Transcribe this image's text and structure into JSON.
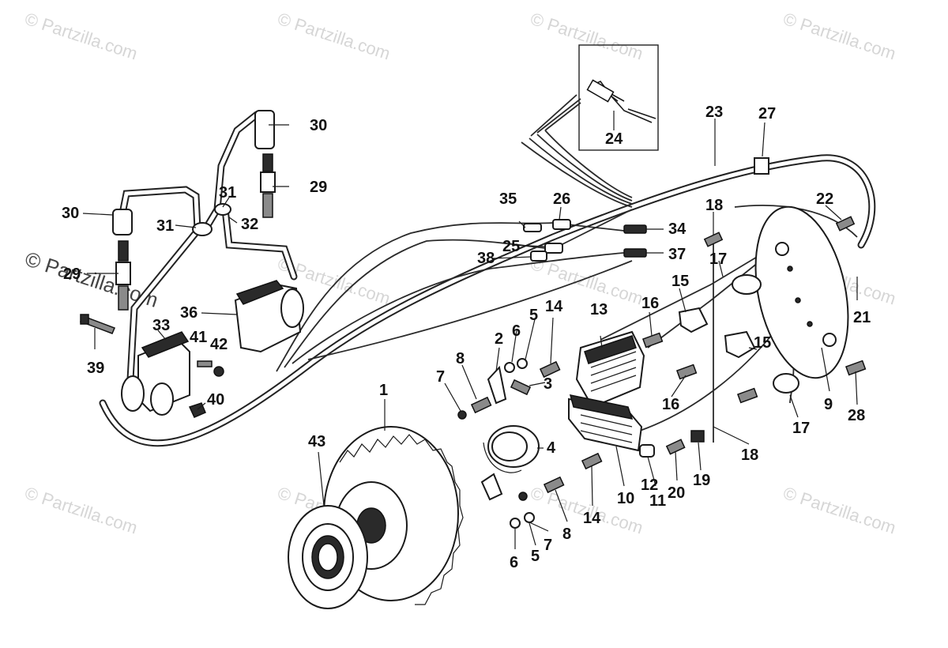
{
  "watermarks": {
    "tile_text": "© Partzilla.com",
    "main_text": "© Partzilla.com"
  },
  "callouts": [
    {
      "id": "c1",
      "text": "1"
    },
    {
      "id": "c2",
      "text": "2"
    },
    {
      "id": "c3",
      "text": "3"
    },
    {
      "id": "c4",
      "text": "4"
    },
    {
      "id": "c5a",
      "text": "5"
    },
    {
      "id": "c5b",
      "text": "5"
    },
    {
      "id": "c6a",
      "text": "6"
    },
    {
      "id": "c6b",
      "text": "6"
    },
    {
      "id": "c7a",
      "text": "7"
    },
    {
      "id": "c7b",
      "text": "7"
    },
    {
      "id": "c8a",
      "text": "8"
    },
    {
      "id": "c8b",
      "text": "8"
    },
    {
      "id": "c9",
      "text": "9"
    },
    {
      "id": "c10",
      "text": "10"
    },
    {
      "id": "c11",
      "text": "11"
    },
    {
      "id": "c12",
      "text": "12"
    },
    {
      "id": "c13",
      "text": "13"
    },
    {
      "id": "c14a",
      "text": "14"
    },
    {
      "id": "c14b",
      "text": "14"
    },
    {
      "id": "c15a",
      "text": "15"
    },
    {
      "id": "c15b",
      "text": "15"
    },
    {
      "id": "c16a",
      "text": "16"
    },
    {
      "id": "c16b",
      "text": "16"
    },
    {
      "id": "c17a",
      "text": "17"
    },
    {
      "id": "c17b",
      "text": "17"
    },
    {
      "id": "c18a",
      "text": "18"
    },
    {
      "id": "c18b",
      "text": "18"
    },
    {
      "id": "c19",
      "text": "19"
    },
    {
      "id": "c20",
      "text": "20"
    },
    {
      "id": "c21",
      "text": "21"
    },
    {
      "id": "c22",
      "text": "22"
    },
    {
      "id": "c23",
      "text": "23"
    },
    {
      "id": "c24",
      "text": "24"
    },
    {
      "id": "c25",
      "text": "25"
    },
    {
      "id": "c26",
      "text": "26"
    },
    {
      "id": "c27",
      "text": "27"
    },
    {
      "id": "c28",
      "text": "28"
    },
    {
      "id": "c29a",
      "text": "29"
    },
    {
      "id": "c29b",
      "text": "29"
    },
    {
      "id": "c30a",
      "text": "30"
    },
    {
      "id": "c30b",
      "text": "30"
    },
    {
      "id": "c31a",
      "text": "31"
    },
    {
      "id": "c31b",
      "text": "31"
    },
    {
      "id": "c32",
      "text": "32"
    },
    {
      "id": "c33",
      "text": "33"
    },
    {
      "id": "c34",
      "text": "34"
    },
    {
      "id": "c35",
      "text": "35"
    },
    {
      "id": "c36",
      "text": "36"
    },
    {
      "id": "c37",
      "text": "37"
    },
    {
      "id": "c38",
      "text": "38"
    },
    {
      "id": "c39",
      "text": "39"
    },
    {
      "id": "c40",
      "text": "40"
    },
    {
      "id": "c41",
      "text": "41"
    },
    {
      "id": "c42",
      "text": "42"
    },
    {
      "id": "c43",
      "text": "43"
    }
  ],
  "colors": {
    "background": "#ffffff",
    "ink": "#1a1a1a",
    "watermark": "#c9c9c9"
  }
}
